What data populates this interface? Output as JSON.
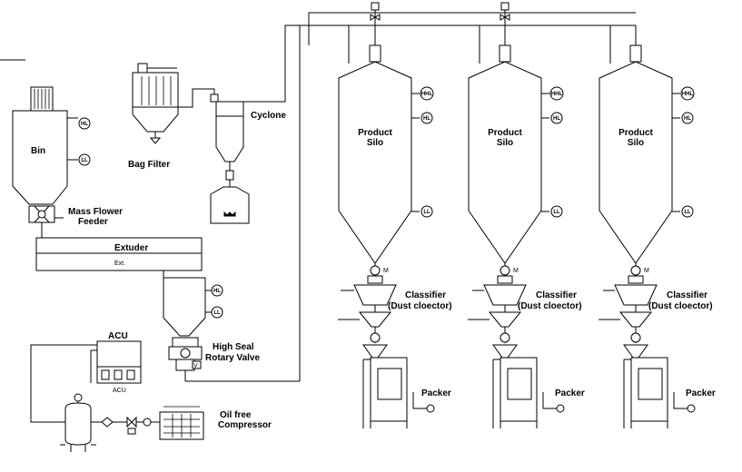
{
  "equipment": {
    "bin": "Bin",
    "bag_filter": "Bag Filter",
    "cyclone": "Cyclone",
    "mass_flower_feeder_line1": "Mass Flower",
    "mass_flower_feeder_line2": "Feeder",
    "extruder": "Extuder",
    "ext": "Ext.",
    "high_seal_line1": "High Seal",
    "high_seal_line2": "Rotary Valve",
    "acu": "ACU",
    "acu_unit": "ACU",
    "oil_free_line1": "Oil free",
    "oil_free_line2": "Compressor"
  },
  "silo_lines": [
    {
      "silo_line1": "Product",
      "silo_line2": "Silo",
      "classifier_line1": "Classifier",
      "classifier_line2": "(Dust cloector)",
      "packer": "Packer",
      "level_high_high": "HHL",
      "level_high": "HL",
      "level_low": "LL"
    },
    {
      "silo_line1": "Product",
      "silo_line2": "Silo",
      "classifier_line1": "Classifier",
      "classifier_line2": "(Dust cloector)",
      "packer": "Packer",
      "level_high_high": "HHL",
      "level_high": "HL",
      "level_low": "LL"
    },
    {
      "silo_line1": "Product",
      "silo_line2": "Silo",
      "classifier_line1": "Classifier",
      "classifier_line2": "(Dust cloector)",
      "packer": "Packer",
      "level_high_high": "HHL",
      "level_high": "HL",
      "level_low": "LL"
    }
  ],
  "level_indicators": {
    "bin_high": "HL",
    "bin_low": "LL",
    "hopper_high": "HL",
    "hopper_low": "LL"
  },
  "valve_tags": {
    "rotary_valve": "V",
    "classifier_valve": "M"
  }
}
